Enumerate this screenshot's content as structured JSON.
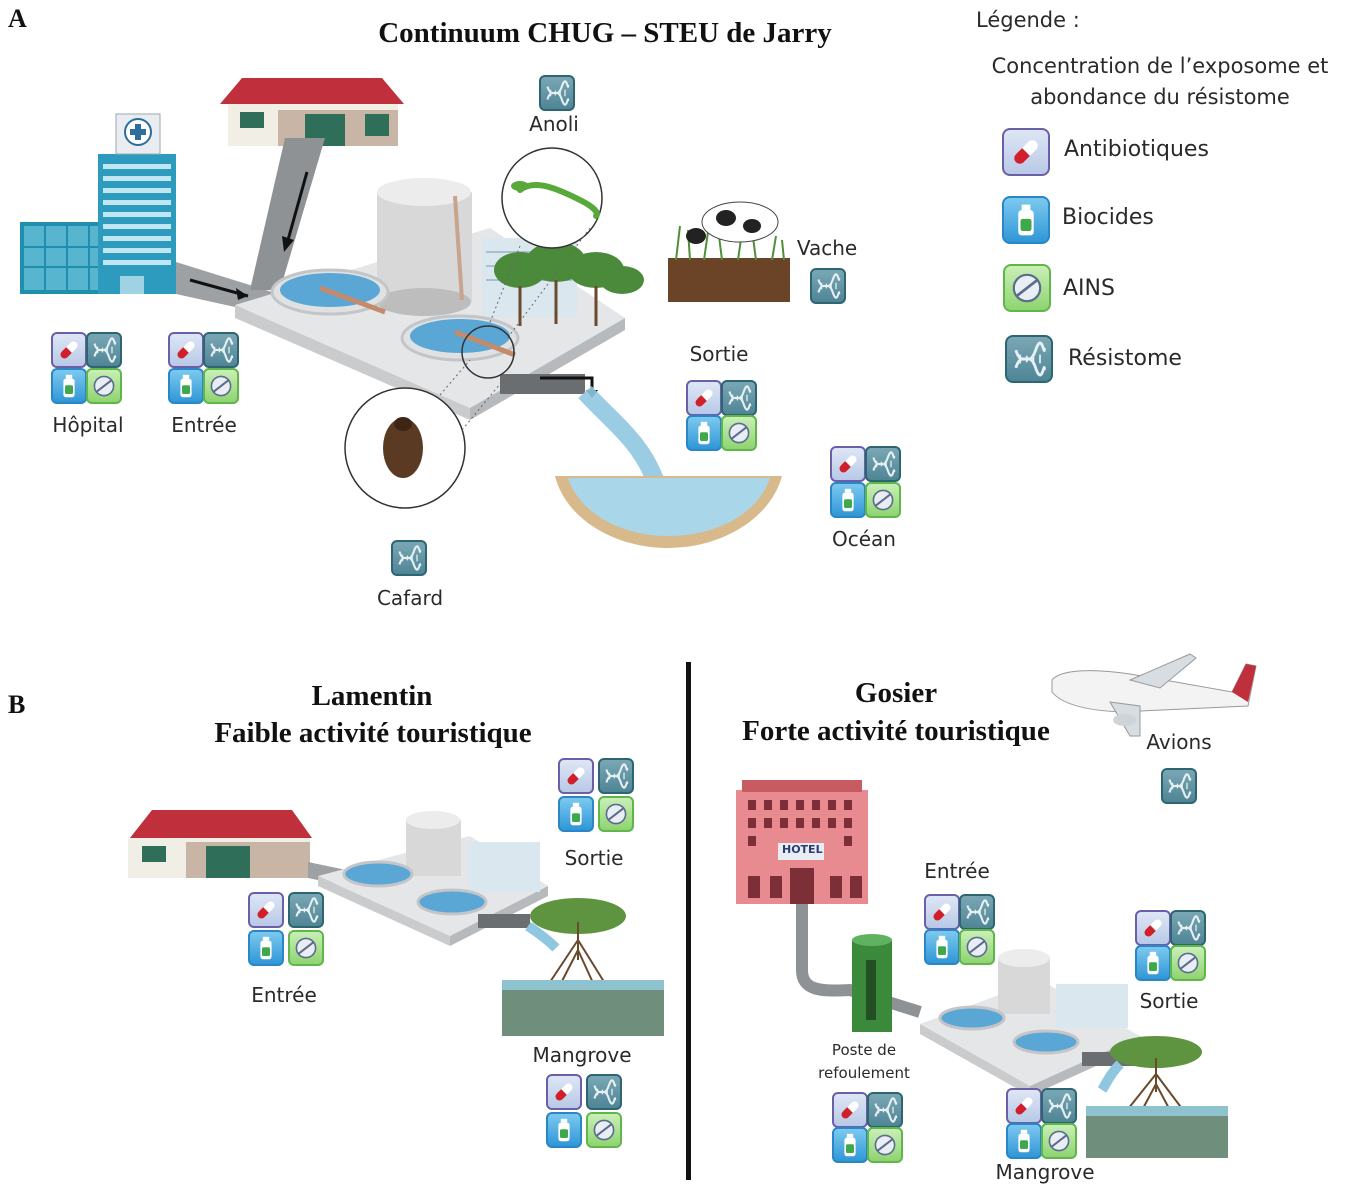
{
  "panel_a": {
    "letter": "A",
    "title": "Continuum CHUG – STEU de Jarry",
    "labels": {
      "anoli": "Anoli",
      "vache": "Vache",
      "sortie": "Sortie",
      "hopital": "Hôpital",
      "entree": "Entrée",
      "ocean": "Océan",
      "cafard": "Cafard"
    }
  },
  "legend": {
    "title": "Légende :",
    "subtitle_line1": "Concentration de l’exposome et",
    "subtitle_line2": "abondance du résistome",
    "items": [
      {
        "label": "Antibiotiques",
        "icon": "antibiotic-pill-icon"
      },
      {
        "label": "Biocides",
        "icon": "biocide-bottle-icon"
      },
      {
        "label": "AINS",
        "icon": "ains-tablet-icon"
      },
      {
        "label": "Résistome",
        "icon": "dna-helix-icon"
      }
    ]
  },
  "panel_b": {
    "letter": "B",
    "lamentin": {
      "title_line1": "Lamentin",
      "title_line2": "Faible activité touristique",
      "labels": {
        "sortie": "Sortie",
        "entree": "Entrée",
        "mangrove": "Mangrove"
      }
    },
    "gosier": {
      "title_line1": "Gosier",
      "title_line2": "Forte activité touristique",
      "labels": {
        "avions": "Avions",
        "entree": "Entrée",
        "sortie": "Sortie",
        "poste_line1": "Poste de",
        "poste_line2": "refoulement",
        "mangrove": "Mangrove",
        "hotel_sign": "HOTEL"
      }
    }
  },
  "colors": {
    "antibiotiques": "#6b5fa8",
    "biocides": "#2f97d6",
    "ains": "#61b64a",
    "resistome": "#2d6670",
    "water": "#a9d6e8",
    "roof": "#c0303c"
  }
}
